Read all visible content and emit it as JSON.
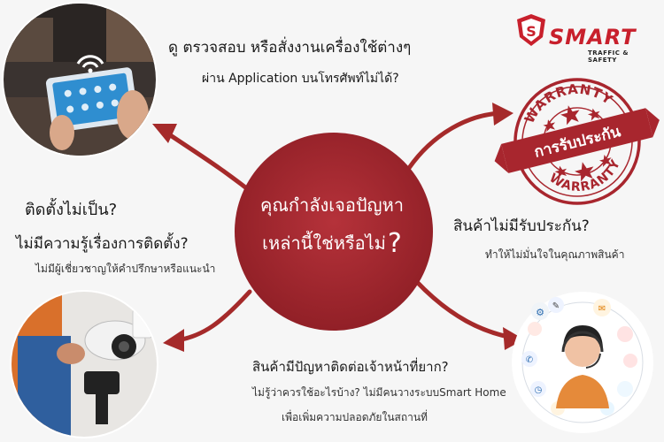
{
  "brand": {
    "name": "SMART",
    "tagline": "TRAFFIC & SAFETY",
    "color": "#c8202c"
  },
  "center": {
    "line1": "คุณกำลังเจอปัญหา",
    "line2": "เหล่านี้ใช่หรือไม่",
    "qmark": "?"
  },
  "top": {
    "line1": "ดู ตรวจสอบ หรือสั่งงานเครื่องใช้ต่างๆ",
    "line2": "ผ่าน Application บนโทรศัพท์ไม่ได้?"
  },
  "left": {
    "line1": "ติดตั้งไม่เป็น?",
    "line2": "ไม่มีความรู้เรื่องการติดตั้ง?",
    "line3": "ไม่มีผู้เชี่ยวชาญให้คำปรึกษาหรือแนะนำ"
  },
  "right": {
    "line1": "สินค้าไม่มีรับประกัน?",
    "line2": "ทำให้ไม่มั่นใจในคุณภาพสินค้า"
  },
  "bottom": {
    "line1": "สินค้ามีปัญหาติดต่อเจ้าหน้าที่ยาก?",
    "line2": "ไม่รู้ว่าควรใช้อะไรบ้าง?  ไม่มีคนวางระบบSmart Home",
    "line3": "เพื่อเพิ่มความปลอดภัยในสถานที่"
  },
  "stamp": {
    "top_word": "WARRANTY",
    "bottom_word": "WARRANTY",
    "banner": "การรับประกัน",
    "color": "#a8262e"
  },
  "colors": {
    "accent": "#a52a2a",
    "center_circle": "#a3262d"
  }
}
